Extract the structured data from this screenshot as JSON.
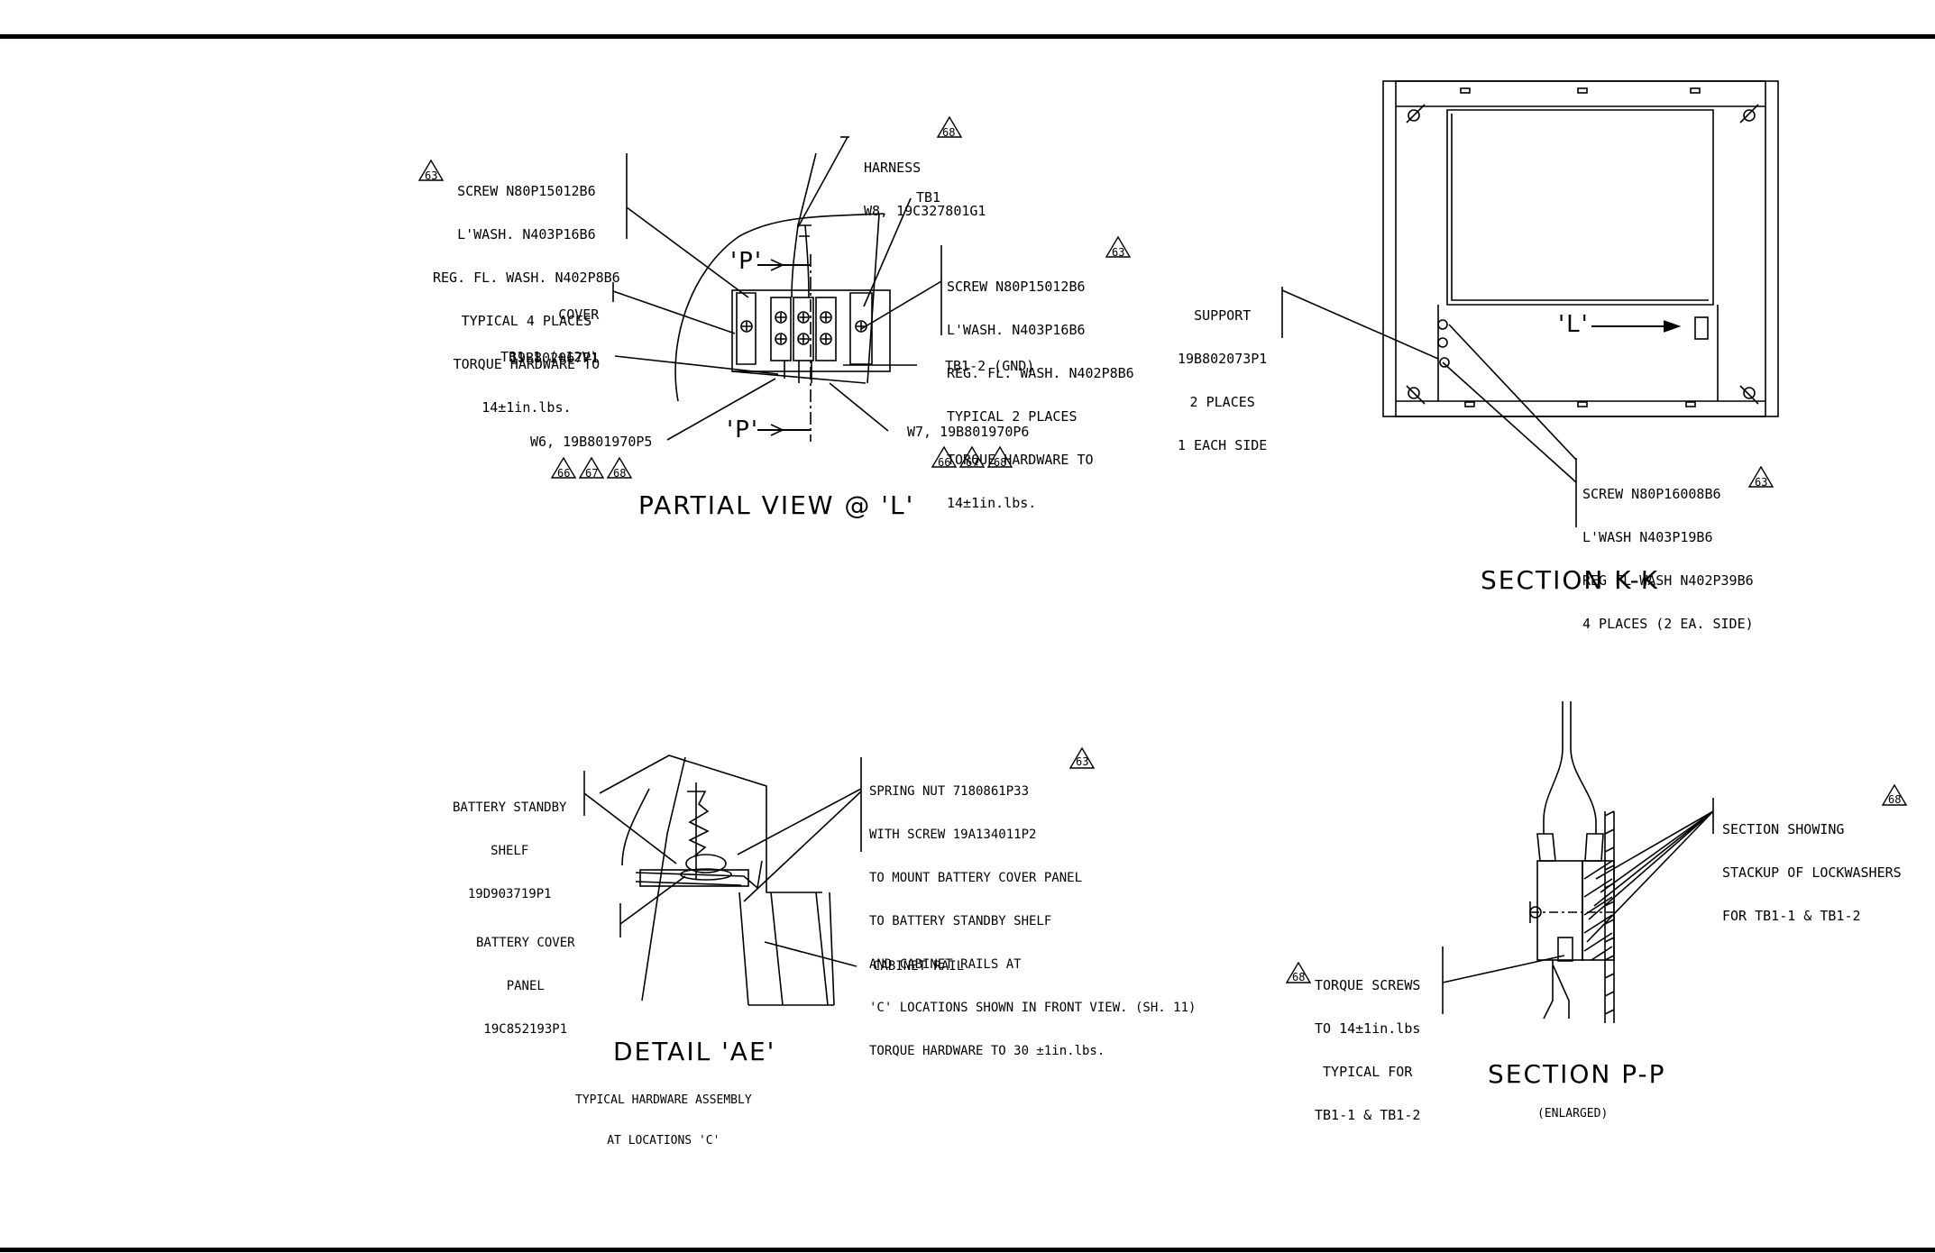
{
  "partial_view": {
    "title": "PARTIAL VIEW @ 'L'",
    "callouts": {
      "screw_left": [
        "SCREW N80P15012B6",
        "L'WASH. N403P16B6",
        "REG. FL. WASH. N402P8B6",
        "TYPICAL 4 PLACES",
        "TORQUE HARDWARE TO",
        "14±1in.lbs."
      ],
      "harness": [
        "HARNESS",
        "W8, 19C327801G1"
      ],
      "tb1": "TB1",
      "screw_right": [
        "SCREW N80P15012B6",
        "L'WASH. N403P16B6",
        "REG. FL. WASH. N402P8B6",
        "TYPICAL 2 PLACES",
        "TORQUE HARDWARE TO",
        "14±1in.lbs."
      ],
      "cover": [
        "COVER",
        "19B802067P1"
      ],
      "tb1_1": "TB1-1 (+12V)",
      "tb1_2": "TB1-2 (GND)",
      "w6": "W6, 19B801970P5",
      "w7": "W7, 19B801970P6",
      "section_mark": "'P'"
    },
    "rev_marks": {
      "screw_left": "63",
      "harness": "68",
      "screw_right": "63",
      "w6": [
        "66",
        "67",
        "68"
      ],
      "w7": [
        "66",
        "67",
        "68"
      ]
    }
  },
  "section_kk": {
    "title": "SECTION K-K",
    "view_mark": "'L'",
    "support": [
      "SUPPORT",
      "19B802073P1",
      "2 PLACES",
      "1 EACH SIDE"
    ],
    "screw": [
      "SCREW N80P16008B6",
      "L'WASH N403P19B6",
      "REG FL WASH N402P39B6",
      "4 PLACES (2 EA. SIDE)"
    ],
    "rev_mark": "63"
  },
  "detail_ae": {
    "title": "DETAIL 'AE'",
    "subtitle": [
      "TYPICAL HARDWARE ASSEMBLY",
      "AT LOCATIONS 'C'"
    ],
    "shelf": [
      "BATTERY STANDBY",
      "SHELF",
      "19D903719P1"
    ],
    "panel": [
      "BATTERY COVER",
      "PANEL",
      "19C852193P1"
    ],
    "rail": "CABINET RAIL",
    "spring_nut": [
      "SPRING NUT 7180861P33",
      "WITH SCREW 19A134011P2",
      "TO MOUNT BATTERY COVER PANEL",
      "TO BATTERY STANDBY SHELF",
      "AND CABINET RAILS AT",
      "'C' LOCATIONS SHOWN IN FRONT VIEW. (SH. 11)",
      "TORQUE HARDWARE TO 30 ±1in.lbs."
    ],
    "rev_mark": "63"
  },
  "section_pp": {
    "title": "SECTION P-P",
    "subtitle": "(ENLARGED)",
    "stackup": [
      "SECTION SHOWING",
      "STACKUP OF LOCKWASHERS",
      "FOR TB1-1 & TB1-2"
    ],
    "torque": [
      "TORQUE SCREWS",
      "TO 14±1in.lbs",
      "TYPICAL FOR",
      "TB1-1 & TB1-2"
    ],
    "rev_marks": {
      "stackup": "68",
      "torque": "68"
    }
  }
}
